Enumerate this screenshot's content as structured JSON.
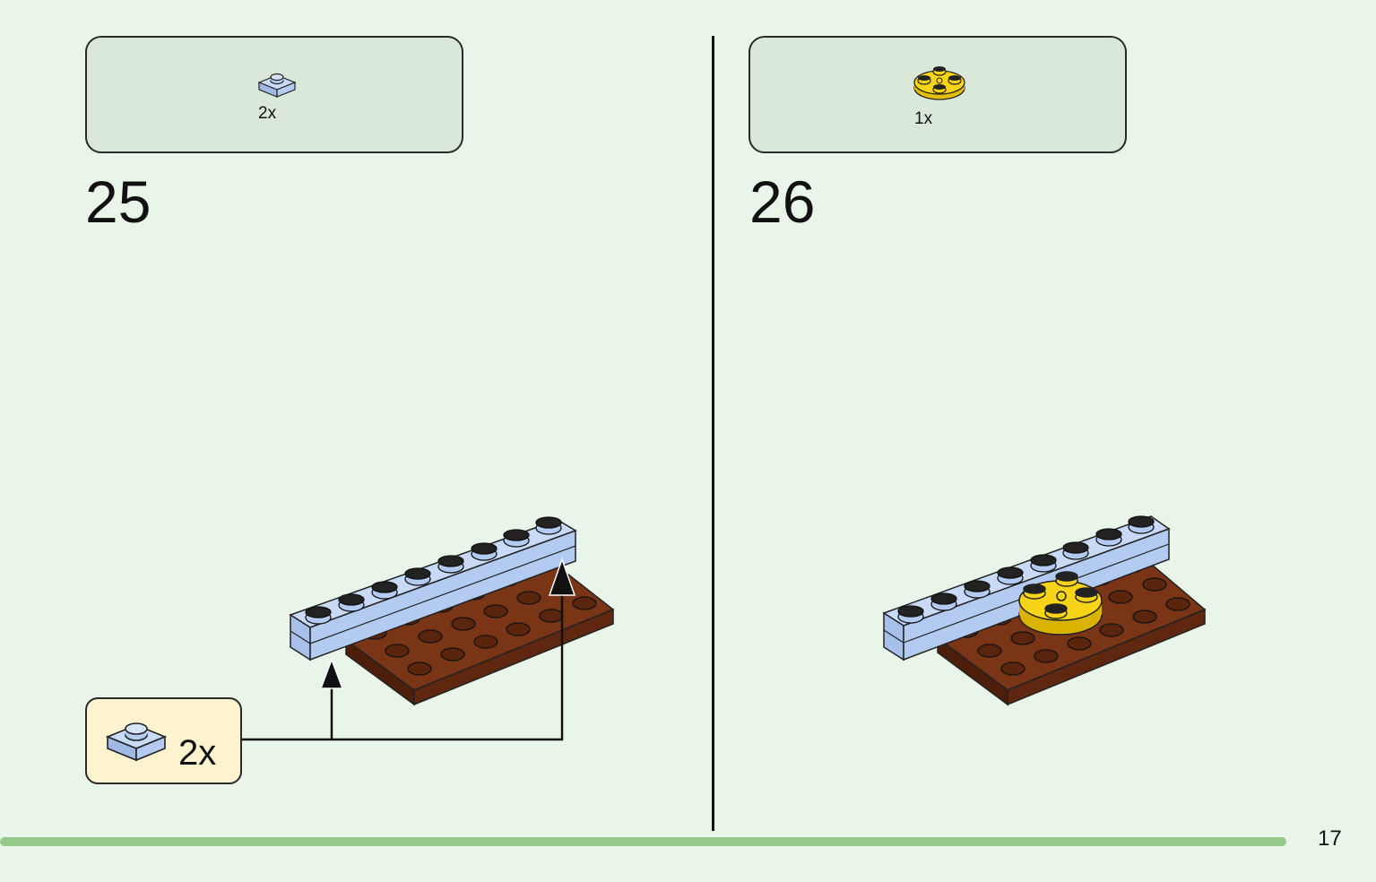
{
  "steps": [
    {
      "number": "25",
      "parts_qty": "2x"
    },
    {
      "number": "26",
      "parts_qty": "1x"
    }
  ],
  "submodel_qty": "2x",
  "page_number": "17",
  "colors": {
    "background": "#eaf5ea",
    "light_blue": "#b3cbf0",
    "brown": "#6e2e12",
    "yellow": "#f7d417",
    "progress": "#95c98a"
  }
}
